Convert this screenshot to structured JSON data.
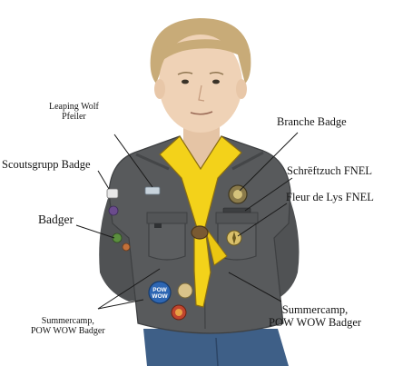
{
  "labels": {
    "leaping_wolf_line1": "Leaping Wolf",
    "leaping_wolf_line2": "Pfeiler",
    "scoutsgrupp_badge": "Scoutsgrupp Badge",
    "badger": "Badger",
    "summercamp_left_line1": "Summercamp,",
    "summercamp_left_line2": "POW WOW Badger",
    "branche_badge": "Branche Badge",
    "schreftzuch": "Schrëftzuch FNEL",
    "fleur_de_lys": "Fleur de Lys FNEL",
    "summercamp_right_line1": "Summercamp,",
    "summercamp_right_line2": "POW WOW Badger"
  },
  "patch_text": {
    "pow_wow_line1": "POW",
    "pow_wow_line2": "WOW"
  },
  "colors": {
    "shirt": "#585a5c",
    "neckerchief": "#f3d21a",
    "jeans": "#3e5f87",
    "skin": "#efd2b6",
    "hair": "#c8ab78"
  }
}
